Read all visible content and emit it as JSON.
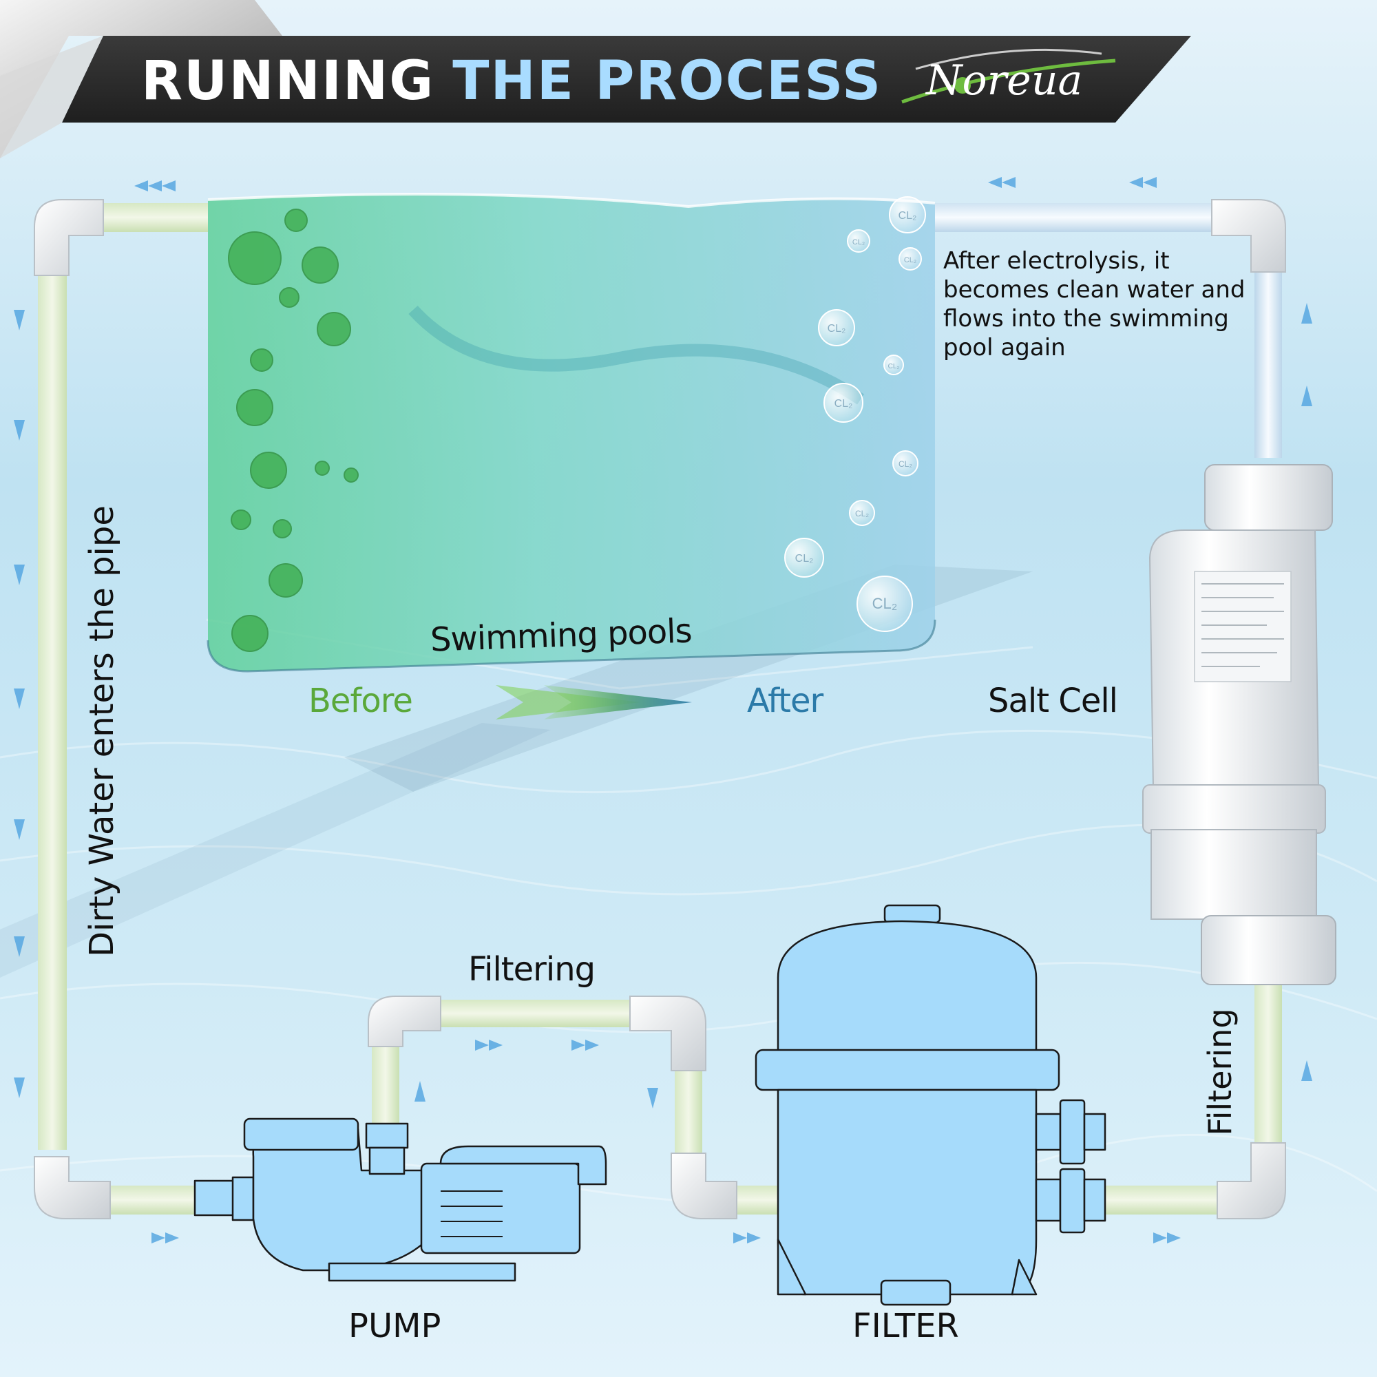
{
  "title": {
    "part1": "RUNNING",
    "part2": "THE PROCESS"
  },
  "brand": "Noreua",
  "labels": {
    "pool": "Swimming pools",
    "before": "Before",
    "after": "After",
    "salt_cell": "Salt Cell",
    "dirty_water": "Dirty Water enters the pipe",
    "filtering_top": "Filtering",
    "filtering_right": "Filtering",
    "pump": "PUMP",
    "filter": "FILTER",
    "after_electrolysis": "After electrolysis, it becomes clean water and flows into the swimming pool again"
  },
  "bubble_label": "CL₂",
  "colors": {
    "title_accent": "#a9dcff",
    "before_green": "#5aa83a",
    "after_blue": "#2b7aa8",
    "equipment_fill": "#a6dbfb",
    "header_bg": "#2b2b2b"
  }
}
